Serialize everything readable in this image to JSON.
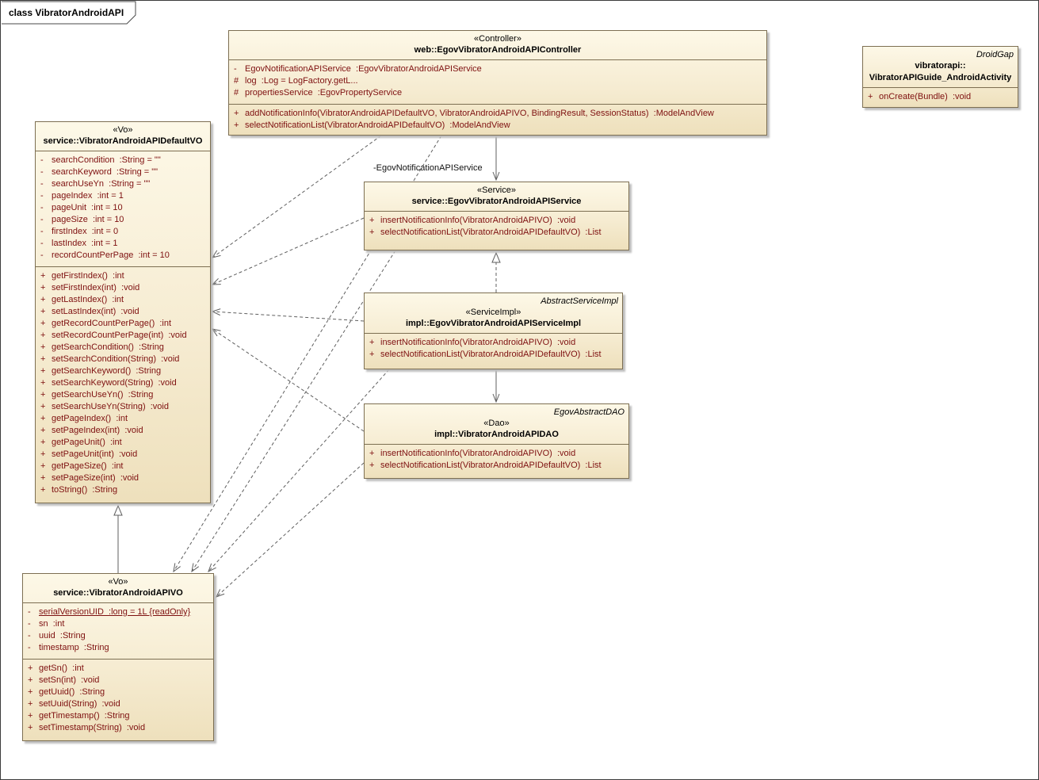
{
  "diagram": {
    "frame_label": "class VibratorAndroidAPI",
    "association_label": "-EgovNotificationAPIService",
    "colors": {
      "box_fill_top": "#fdf8e7",
      "box_fill_bottom": "#eee0bc",
      "box_border": "#7d6f52",
      "member_text": "#7e1010",
      "line": "#5f5f5f"
    }
  },
  "classes": [
    {
      "id": "controller",
      "stereotype": "«Controller»",
      "name": "web::EgovVibratorAndroidAPIController",
      "attributes": [
        {
          "s": "-",
          "t": "EgovNotificationAPIService  :EgovVibratorAndroidAPIService"
        },
        {
          "s": "#",
          "t": "log  :Log = LogFactory.getL..."
        },
        {
          "s": "#",
          "t": "propertiesService  :EgovPropertyService"
        }
      ],
      "operations": [
        {
          "s": "+",
          "t": "addNotificationInfo(VibratorAndroidAPIDefaultVO, VibratorAndroidAPIVO, BindingResult, SessionStatus)  :ModelAndView"
        },
        {
          "s": "+",
          "t": "selectNotificationList(VibratorAndroidAPIDefaultVO)  :ModelAndView"
        }
      ]
    },
    {
      "id": "droidgap",
      "tag": "DroidGap",
      "name": "vibratorapi::\nVibratorAPIGuide_AndroidActivity",
      "operations": [
        {
          "s": "+",
          "t": "onCreate(Bundle)  :void"
        }
      ]
    },
    {
      "id": "defaultvo",
      "stereotype": "«Vo»",
      "name": "service::VibratorAndroidAPIDefaultVO",
      "attributes": [
        {
          "s": "-",
          "t": "searchCondition  :String = \"\""
        },
        {
          "s": "-",
          "t": "searchKeyword  :String = \"\""
        },
        {
          "s": "-",
          "t": "searchUseYn  :String = \"\""
        },
        {
          "s": "-",
          "t": "pageIndex  :int = 1"
        },
        {
          "s": "-",
          "t": "pageUnit  :int = 10"
        },
        {
          "s": "-",
          "t": "pageSize  :int = 10"
        },
        {
          "s": "-",
          "t": "firstIndex  :int = 0"
        },
        {
          "s": "-",
          "t": "lastIndex  :int = 1"
        },
        {
          "s": "-",
          "t": "recordCountPerPage  :int = 10"
        }
      ],
      "operations": [
        {
          "s": "+",
          "t": "getFirstIndex()  :int"
        },
        {
          "s": "+",
          "t": "setFirstIndex(int)  :void"
        },
        {
          "s": "+",
          "t": "getLastIndex()  :int"
        },
        {
          "s": "+",
          "t": "setLastIndex(int)  :void"
        },
        {
          "s": "+",
          "t": "getRecordCountPerPage()  :int"
        },
        {
          "s": "+",
          "t": "setRecordCountPerPage(int)  :void"
        },
        {
          "s": "+",
          "t": "getSearchCondition()  :String"
        },
        {
          "s": "+",
          "t": "setSearchCondition(String)  :void"
        },
        {
          "s": "+",
          "t": "getSearchKeyword()  :String"
        },
        {
          "s": "+",
          "t": "setSearchKeyword(String)  :void"
        },
        {
          "s": "+",
          "t": "getSearchUseYn()  :String"
        },
        {
          "s": "+",
          "t": "setSearchUseYn(String)  :void"
        },
        {
          "s": "+",
          "t": "getPageIndex()  :int"
        },
        {
          "s": "+",
          "t": "setPageIndex(int)  :void"
        },
        {
          "s": "+",
          "t": "getPageUnit()  :int"
        },
        {
          "s": "+",
          "t": "setPageUnit(int)  :void"
        },
        {
          "s": "+",
          "t": "getPageSize()  :int"
        },
        {
          "s": "+",
          "t": "setPageSize(int)  :void"
        },
        {
          "s": "+",
          "t": "toString()  :String"
        }
      ]
    },
    {
      "id": "service",
      "stereotype": "«Service»",
      "name": "service::EgovVibratorAndroidAPIService",
      "operations": [
        {
          "s": "+",
          "t": "insertNotificationInfo(VibratorAndroidAPIVO)  :void"
        },
        {
          "s": "+",
          "t": "selectNotificationList(VibratorAndroidAPIDefaultVO)  :List"
        }
      ]
    },
    {
      "id": "serviceimpl",
      "tag": "AbstractServiceImpl",
      "stereotype": "«ServiceImpl»",
      "name": "impl::EgovVibratorAndroidAPIServiceImpl",
      "operations": [
        {
          "s": "+",
          "t": "insertNotificationInfo(VibratorAndroidAPIVO)  :void"
        },
        {
          "s": "+",
          "t": "selectNotificationList(VibratorAndroidAPIDefaultVO)  :List"
        }
      ]
    },
    {
      "id": "dao",
      "tag": "EgovAbstractDAO",
      "stereotype": "«Dao»",
      "name": "impl::VibratorAndroidAPIDAO",
      "operations": [
        {
          "s": "+",
          "t": "insertNotificationInfo(VibratorAndroidAPIVO)  :void"
        },
        {
          "s": "+",
          "t": "selectNotificationList(VibratorAndroidAPIDefaultVO)  :List"
        }
      ]
    },
    {
      "id": "vo",
      "stereotype": "«Vo»",
      "name": "service::VibratorAndroidAPIVO",
      "attributes": [
        {
          "s": "-",
          "t": "serialVersionUID  :long = 1L {readOnly}",
          "u": true
        },
        {
          "s": "-",
          "t": "sn  :int"
        },
        {
          "s": "-",
          "t": "uuid  :String"
        },
        {
          "s": "-",
          "t": "timestamp  :String"
        }
      ],
      "operations": [
        {
          "s": "+",
          "t": "getSn()  :int"
        },
        {
          "s": "+",
          "t": "setSn(int)  :void"
        },
        {
          "s": "+",
          "t": "getUuid()  :String"
        },
        {
          "s": "+",
          "t": "setUuid(String)  :void"
        },
        {
          "s": "+",
          "t": "getTimestamp()  :String"
        },
        {
          "s": "+",
          "t": "setTimestamp(String)  :void"
        }
      ]
    }
  ]
}
